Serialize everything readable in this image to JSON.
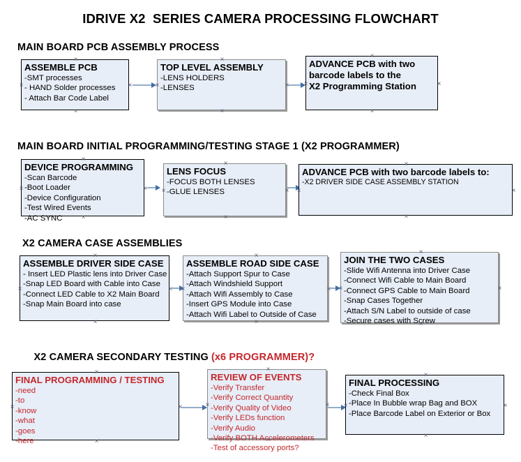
{
  "document": {
    "title": "IDRIVE X2  SERIES CAMERA PROCESSING FLOWCHART"
  },
  "sections": [
    {
      "id": "main-board-pcb-assembly",
      "title": "MAIN BOARD PCB ASSEMBLY PROCESS",
      "title_accent": "",
      "boxes": [
        {
          "id": "assemble-pcb",
          "heading": "ASSEMBLE PCB",
          "items": [
            "-SMT processes",
            "- HAND Solder processes",
            "- Attach Bar Code Label"
          ]
        },
        {
          "id": "top-level-assembly",
          "heading": "TOP LEVEL ASSEMBLY",
          "items": [
            "-LENS HOLDERS",
            "-LENSES"
          ]
        },
        {
          "id": "advance-pcb-programming-station",
          "heading": "ADVANCE PCB with two",
          "heading_line2": "barcode labels to the",
          "heading_line3": " X2 Programming Station",
          "items": []
        }
      ]
    },
    {
      "id": "main-board-initial-programming",
      "title": "MAIN BOARD INITIAL PROGRAMMING/TESTING STAGE 1 (X2 PROGRAMMER)",
      "boxes": [
        {
          "id": "device-programming",
          "heading": "DEVICE PROGRAMMING",
          "items": [
            "-Scan Barcode",
            "-Boot Loader",
            "-Device Configuration",
            "-Test Wired Events",
            "-AC SYNC"
          ]
        },
        {
          "id": "lens-focus",
          "heading": "LENS FOCUS",
          "items": [
            "-FOCUS BOTH LENSES",
            "-GLUE LENSES"
          ]
        },
        {
          "id": "advance-pcb-driver-side-case",
          "heading": "ADVANCE PCB with two barcode labels to:",
          "items": [
            "-X2 DRIVER  SIDE  CASE  ASSEMBLY STATION"
          ]
        }
      ]
    },
    {
      "id": "x2-camera-case-assemblies",
      "title": "X2 CAMERA CASE ASSEMBLIES",
      "boxes": [
        {
          "id": "assemble-driver-side-case",
          "heading": "ASSEMBLE DRIVER SIDE CASE",
          "items": [
            "- Insert LED Plastic lens into Driver Case",
            "-Snap LED Board with Cable into Case",
            "-Connect LED Cable to X2 Main Board",
            "-Snap Main Board into case"
          ]
        },
        {
          "id": "assemble-road-side-case",
          "heading": "ASSEMBLE ROAD SIDE CASE",
          "items": [
            "-Attach Support Spur to Case",
            "-Attach Windshield Support",
            "-Attach Wifi Assembly to Case",
            "-Insert GPS Module into Case",
            "-Attach Wifi Label to Outside of Case"
          ]
        },
        {
          "id": "join-the-two-cases",
          "heading": "JOIN THE TWO CASES",
          "items": [
            "-Slide Wifi Antenna into Driver Case",
            "-Connect Wifi Cable to Main Board",
            "-Connect GPS Cable to Main Board",
            "-Snap Cases Together",
            "-Attach S/N Label to outside of case",
            "-Secure cases with Screw"
          ]
        }
      ]
    },
    {
      "id": "x2-camera-secondary-testing",
      "title": "X2 CAMERA SECONDARY TESTING ",
      "title_accent": "(x6 PROGRAMMER)?",
      "boxes": [
        {
          "id": "final-programming-testing",
          "heading": "FINAL PROGRAMMING / TESTING",
          "items": [
            "-need",
            "-to",
            "-know",
            "-what",
            "-goes",
            "-here"
          ]
        },
        {
          "id": "review-of-events",
          "heading": "REVIEW OF EVENTS",
          "items": [
            "-Verify Transfer",
            "-Verify Correct Quantity",
            "-Verify Quality of Video",
            "-Verify LEDs function",
            "-Verify Audio",
            "-Verify BOTH Accelerometers",
            "-Test of accessory ports?"
          ]
        },
        {
          "id": "final-processing",
          "heading": "FINAL PROCESSING",
          "items": [
            " -Check Final Box",
            "-Place In Bubble wrap Bag and BOX",
            "-Place Barcode Label on Exterior or Box"
          ]
        }
      ]
    }
  ],
  "colors": {
    "box_fill": "#E8EEF7",
    "box_border": "#000000",
    "box_border_gray": "#8a8a8a",
    "connector": "#94AEC8",
    "arrowhead": "#3F6FA8",
    "accent_red": "#C3272C",
    "text": "#000000"
  }
}
